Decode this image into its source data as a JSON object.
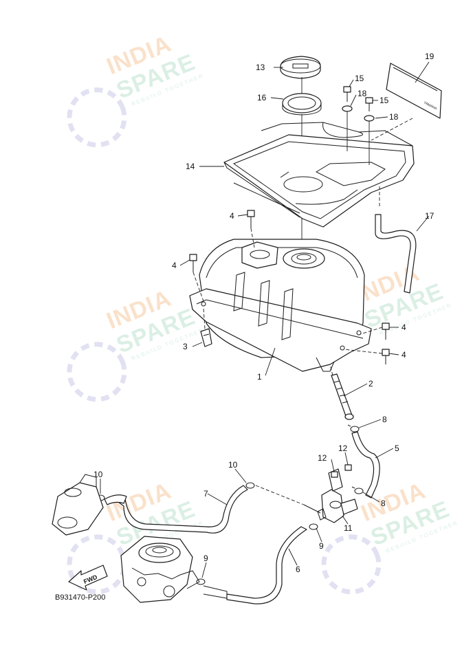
{
  "diagram": {
    "code": "B931470-P200",
    "fwd_label": "FWD",
    "callouts": [
      "1",
      "2",
      "3",
      "4",
      "5",
      "6",
      "7",
      "8",
      "9",
      "10",
      "11",
      "12",
      "13",
      "14",
      "15",
      "16",
      "17",
      "18",
      "19"
    ]
  },
  "watermark": {
    "line1": "INDIA",
    "line2": "SPARE",
    "tagline": "REBUILD TOGETHER",
    "colors": {
      "india": "#f6c9a0",
      "spare": "#bfe3cf",
      "icon": "#c9c9e8"
    }
  }
}
